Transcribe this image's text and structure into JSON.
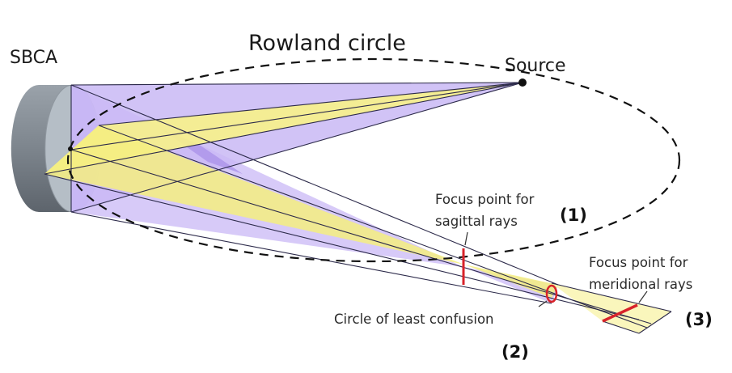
{
  "diagram": {
    "title": "Rowland circle",
    "labels": {
      "crystal": "SBCA",
      "source": "Source",
      "sagittal_line1": "Focus point for",
      "sagittal_line2": "sagittal rays",
      "meridional_line1": "Focus point for",
      "meridional_line2": "meridional rays",
      "confusion": "Circle of least confusion",
      "marker1": "(1)",
      "marker2": "(2)",
      "marker3": "(3)"
    },
    "colors": {
      "sagittal_fan": "#c9b8f5",
      "sagittal_fan_dark": "#a78de8",
      "meridional_fan": "#f7f28a",
      "crystal_side": "#7f8790",
      "crystal_face": "#b3bcc4",
      "focus_marker": "#d8232a",
      "ray_line": "#2c2a4a",
      "rowland_dash": "#111111"
    }
  }
}
